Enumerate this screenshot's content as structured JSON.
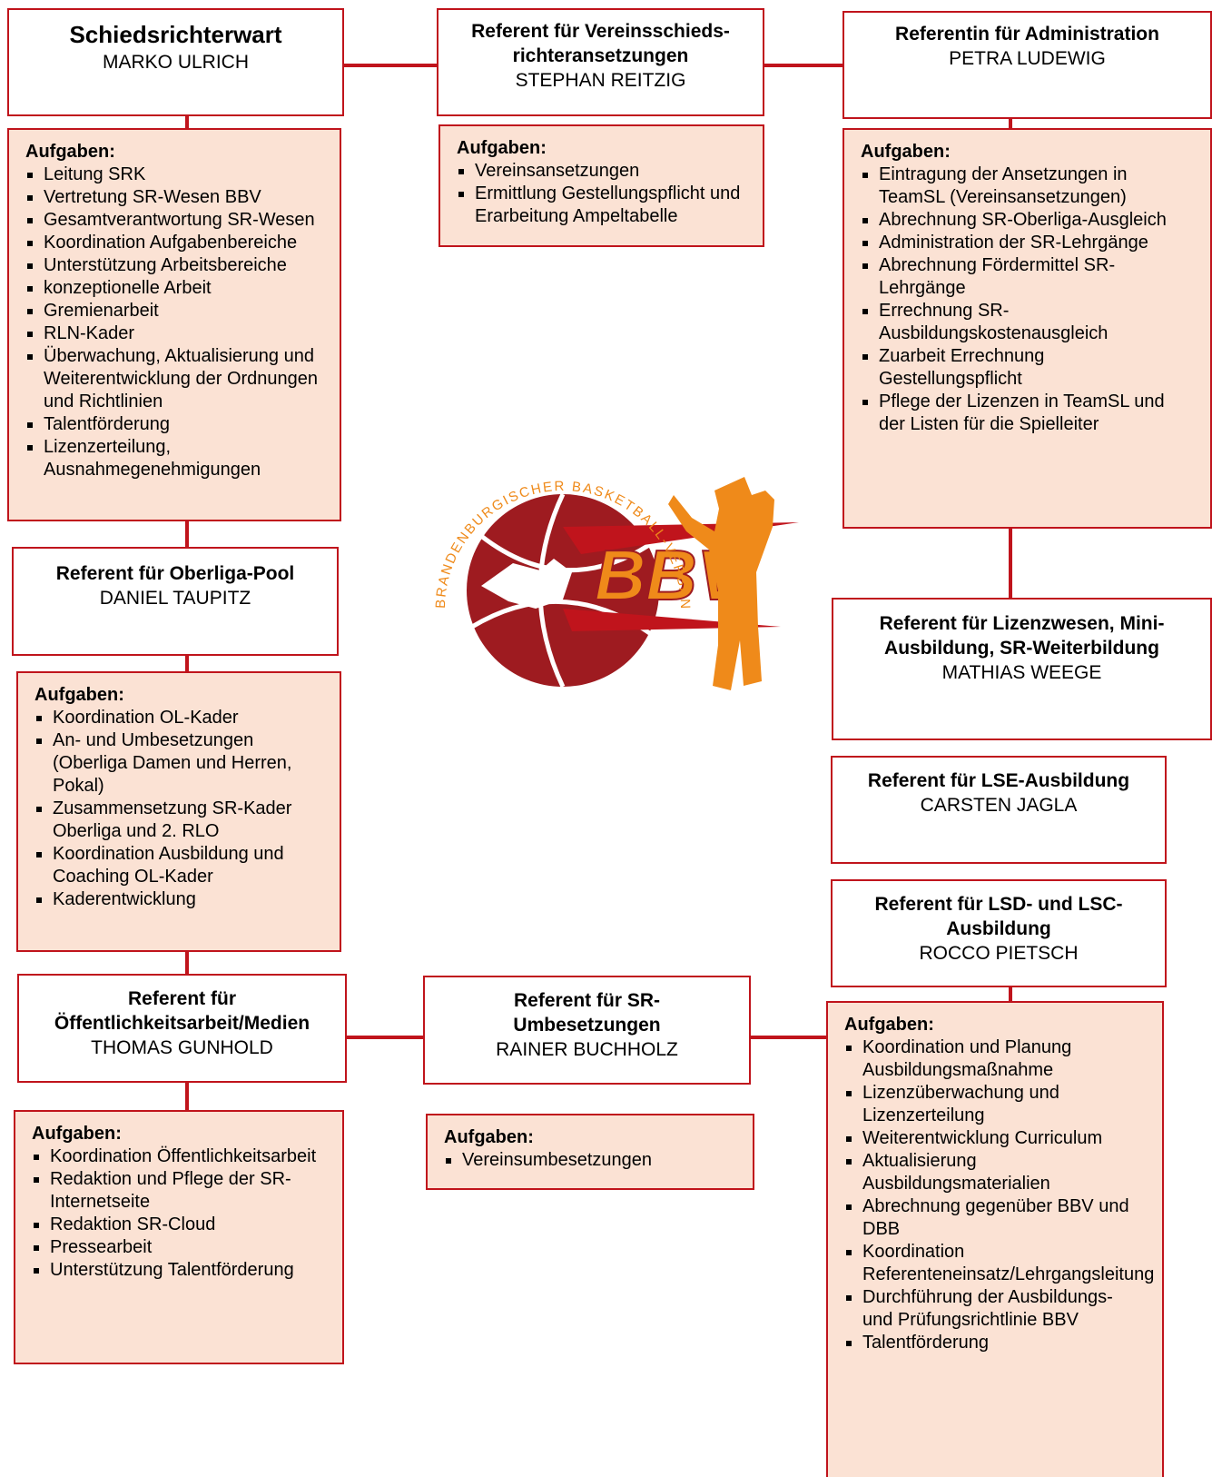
{
  "tasks_heading": "Aufgaben:",
  "heads": {
    "schiedsrichterwart": {
      "title": "Schiedsrichterwart",
      "name": "MARKO ULRICH"
    },
    "vereinsansetzungen": {
      "title": "Referent für Vereinsschieds-richteransetzungen",
      "name": "STEPHAN REITZIG"
    },
    "administration": {
      "title": "Referentin für Administration",
      "name": "PETRA LUDEWIG"
    },
    "oberliga": {
      "title": "Referent für Oberliga-Pool",
      "name": "DANIEL TAUPITZ"
    },
    "lizenzwesen": {
      "title": "Referent für Lizenzwesen, Mini-Ausbildung, SR-Weiterbildung",
      "name": "MATHIAS WEEGE"
    },
    "lse": {
      "title": "Referent für LSE-Ausbildung",
      "name": "CARSTEN JAGLA"
    },
    "lsd": {
      "title": "Referent für LSD- und LSC-Ausbildung",
      "name": "ROCCO PIETSCH"
    },
    "medien": {
      "title": "Referent für Öffentlichkeitsarbeit/Medien",
      "name": "THOMAS GUNHOLD"
    },
    "umbesetzungen": {
      "title": "Referent für SR-Umbesetzungen",
      "name": "RAINER BUCHHOLZ"
    }
  },
  "tasks": {
    "schiedsrichterwart": [
      "Leitung SRK",
      "Vertretung SR-Wesen BBV",
      "Gesamtverantwortung SR-Wesen",
      "Koordination Aufgabenbereiche",
      "Unterstützung Arbeitsbereiche",
      "konzeptionelle Arbeit",
      "Gremienarbeit",
      "RLN-Kader",
      "Überwachung, Aktualisierung und Weiterentwicklung der Ordnungen und Richtlinien",
      "Talentförderung",
      "Lizenzerteilung, Ausnahmegenehmigungen"
    ],
    "vereinsansetzungen": [
      "Vereinsansetzungen",
      "Ermittlung Gestellungspflicht und Erarbeitung Ampeltabelle"
    ],
    "administration": [
      "Eintragung der Ansetzungen in TeamSL (Vereinsansetzungen)",
      "Abrechnung SR-Oberliga-Ausgleich",
      "Administration der SR-Lehrgänge",
      "Abrechnung Fördermittel SR-Lehrgänge",
      "Errechnung SR-Ausbildungskostenausgleich",
      "Zuarbeit Errechnung Gestellungspflicht",
      "Pflege der Lizenzen in TeamSL und der Listen für die Spielleiter"
    ],
    "oberliga": [
      "Koordination OL-Kader",
      "An- und Umbesetzungen (Oberliga Damen und Herren, Pokal)",
      "Zusammensetzung SR-Kader Oberliga und 2. RLO",
      "Koordination Ausbildung und Coaching OL-Kader",
      "Kaderentwicklung"
    ],
    "medien": [
      "Koordination Öffentlichkeitsarbeit",
      "Redaktion und Pflege der SR-Internetseite",
      "Redaktion SR-Cloud",
      "Pressearbeit",
      "Unterstützung Talentförderung"
    ],
    "umbesetzungen": [
      "Vereinsumbesetzungen"
    ],
    "ausbildung": [
      "Koordination und Planung Ausbildungsmaßnahme",
      "Lizenzüberwachung und Lizenzerteilung",
      "Weiterentwicklung Curriculum",
      "Aktualisierung Ausbildungsmaterialien",
      "Abrechnung gegenüber BBV und DBB",
      "Koordination Referenteneinsatz/Lehrgangsleitung",
      "Durchführung der Ausbildungs- und Prüfungsrichtlinie BBV",
      "Talentförderung"
    ]
  },
  "logo": {
    "ring_text": "BRANDENBURGISCHER BASKETBALL-VERBAND E.V.",
    "letters": "BBV"
  },
  "colors": {
    "line": "#c0141c",
    "task_fill": "#fbe2d4",
    "ball": "#9e1b20",
    "orange": "#ef8a1a"
  }
}
